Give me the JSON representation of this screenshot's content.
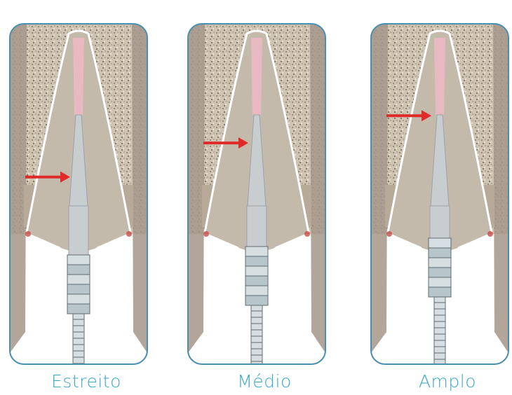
{
  "panels": [
    {
      "id": "narrow",
      "label": "Estreito",
      "arrow_level": 0.45
    },
    {
      "id": "medium",
      "label": "Médio",
      "arrow_level": 0.35
    },
    {
      "id": "wide",
      "label": "Amplo",
      "arrow_level": 0.27
    }
  ],
  "colors": {
    "frame": "#4b8fb0",
    "bone": "#cfc4b2",
    "gum": "#b8aa98",
    "tissue": "#a4978a",
    "socket": "#c4baab",
    "soft_pink": "#e8b9c0",
    "implant": "#c8cdd0",
    "arrow": "#e02a2a",
    "label": "#3aa7c4"
  }
}
